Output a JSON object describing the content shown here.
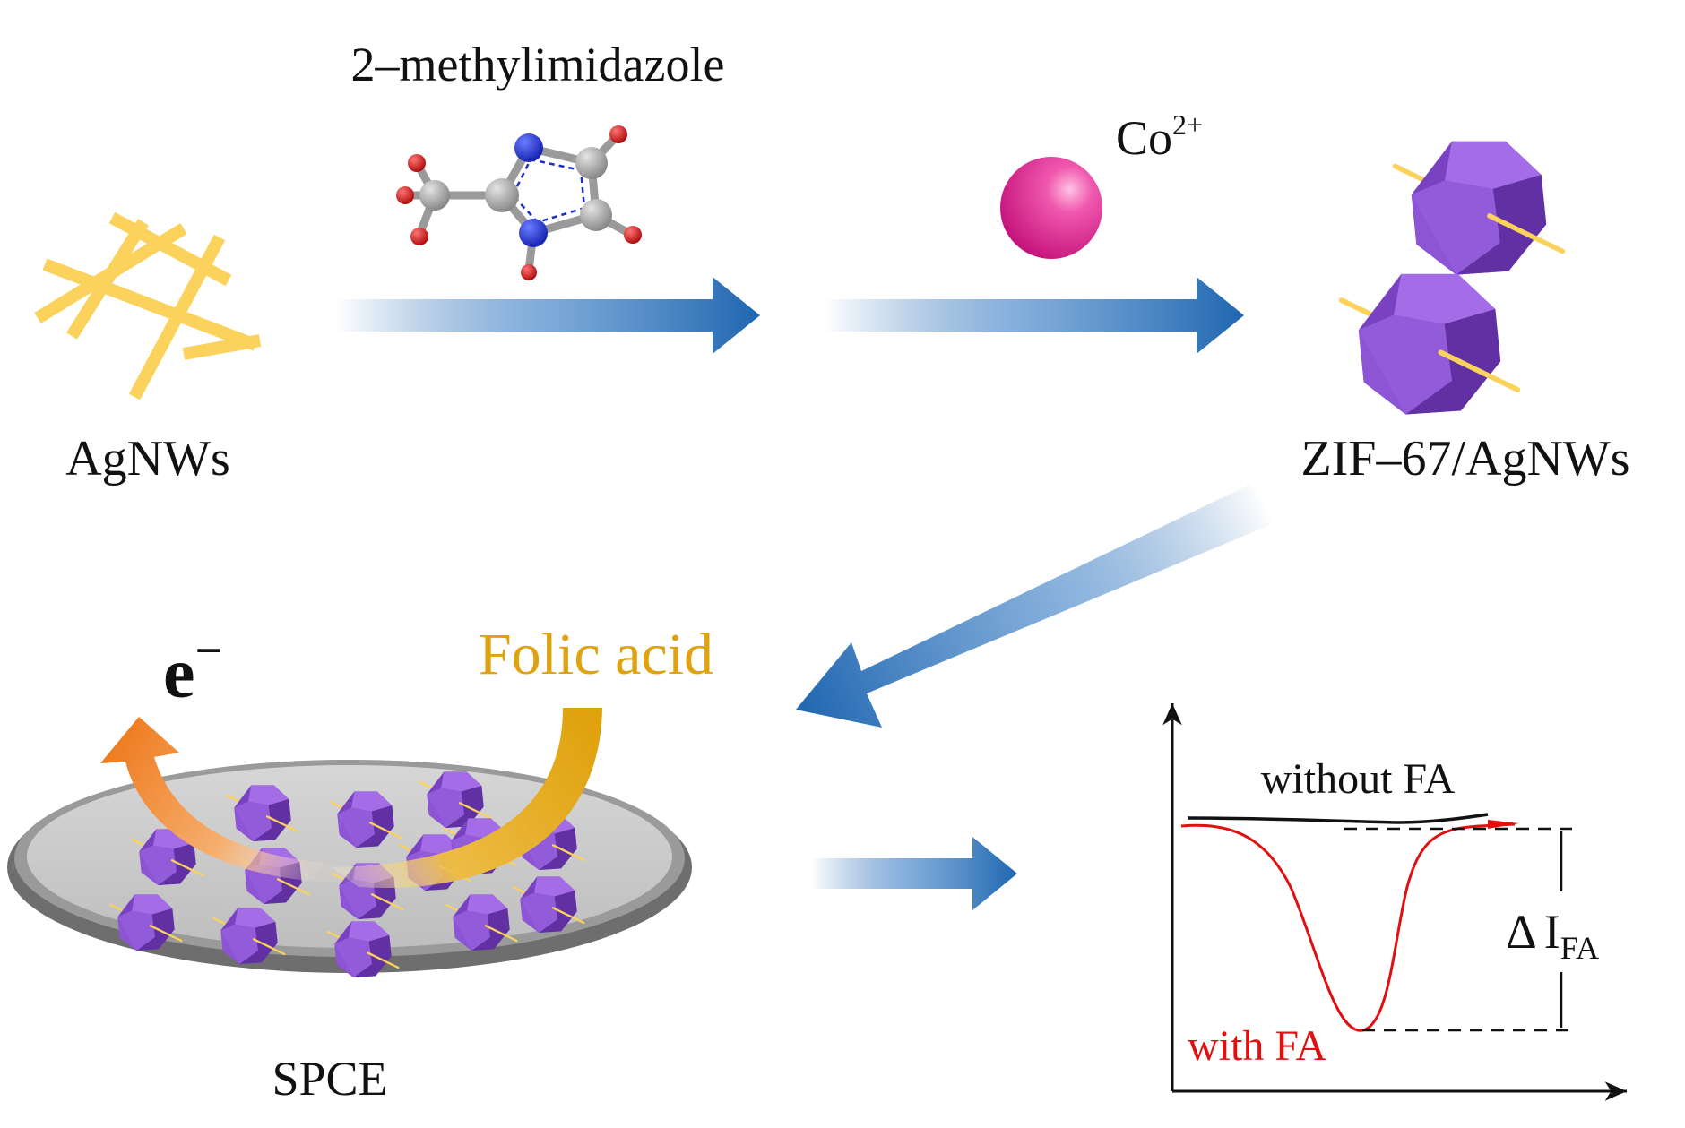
{
  "labels": {
    "reagent": "2–methylimidazole",
    "start_material": "AgNWs",
    "cobalt_base": "Co",
    "cobalt_sup": "2+",
    "product": "ZIF–67/AgNWs",
    "electron_base": "e",
    "electron_sup": "−",
    "analyte": "Folic acid",
    "electrode": "SPCE"
  },
  "graph": {
    "curve_without": "without FA",
    "curve_with": "with FA",
    "delta_symbol": "Δ",
    "delta_I": "I",
    "delta_sub": "FA"
  },
  "colors": {
    "nanowire": "#FAD25C",
    "crystal_front": "#8D54D6",
    "crystal_light": "#A46CE6",
    "crystal_dark": "#5C2C96",
    "cobalt_ion": "#E8339F",
    "arrow": "#1F66B0",
    "folic_acid": "#E0A20E",
    "electron_arrow": "#EE7A1E",
    "with_curve": "#E01010",
    "without_curve": "#111111",
    "electrode": "#C9C9C9"
  }
}
